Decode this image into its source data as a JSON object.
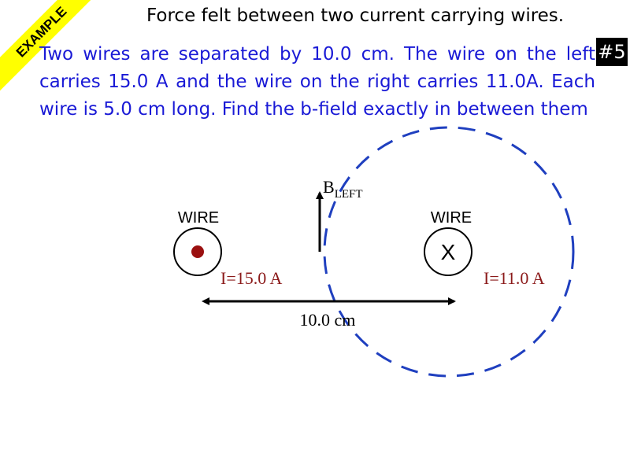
{
  "slide": {
    "banner_label": "EXAMPLE",
    "title": "Force felt between two current carrying wires.",
    "problem_text": "Two wires are separated by 10.0 cm. The wire on the left carries 15.0 A and the wire on the right carries 11.0A. Each wire is 5.0 cm long. Find the b-field exactly in between them",
    "problem_number": "#5"
  },
  "diagram": {
    "left_wire": {
      "label": "WIRE",
      "current_label": "I=15.0 A",
      "direction": "out-of-page-dot"
    },
    "right_wire": {
      "label": "WIRE",
      "current_label": "I=11.0 A",
      "direction_symbol": "X"
    },
    "separation_label": "10.0 cm",
    "field_vector": {
      "letter": "B",
      "subscript": "LEFT"
    }
  },
  "colors": {
    "problem_text": "#1a1ad6",
    "banner": "#ffff00",
    "current_label": "#8b1a1a",
    "dot": "#9b1010",
    "field_circle": "#1f3fbf",
    "badge_bg": "#000000"
  }
}
